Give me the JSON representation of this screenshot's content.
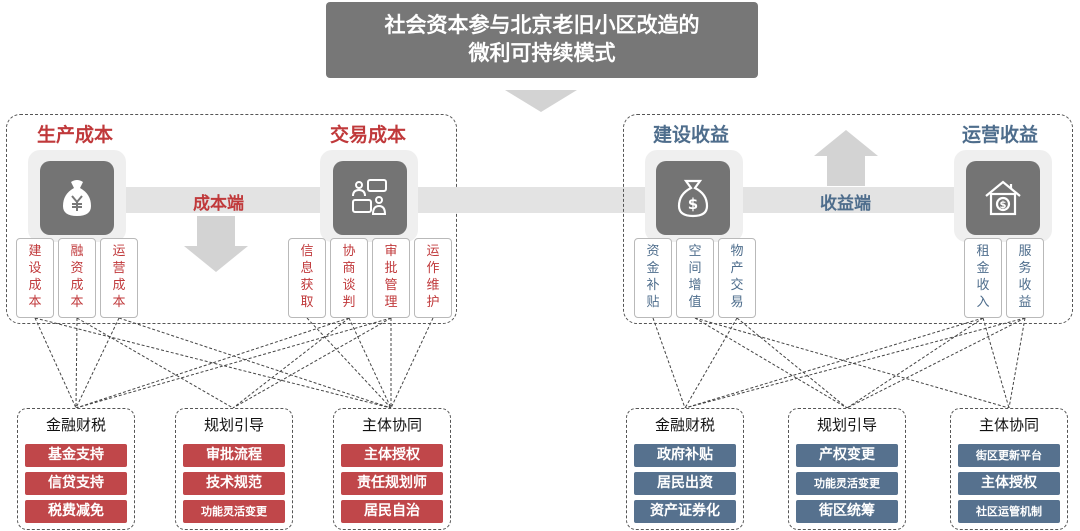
{
  "title": {
    "line1": "社会资本参与北京老旧小区改造的",
    "line2": "微利可持续模式"
  },
  "colors": {
    "cost_accent": "#c0393b",
    "revenue_accent": "#4e6d8c",
    "icon_bg": "#747474",
    "title_bg": "#777777"
  },
  "cost_side": {
    "band_label": "成本端",
    "sections": [
      {
        "title": "生产成本",
        "icon": "money-bag-yen-icon",
        "items": [
          "建设成本",
          "融资成本",
          "运营成本"
        ]
      },
      {
        "title": "交易成本",
        "icon": "negotiation-chat-icon",
        "items": [
          "信息获取",
          "协商谈判",
          "审批管理",
          "运作维护"
        ]
      }
    ]
  },
  "revenue_side": {
    "band_label": "收益端",
    "sections": [
      {
        "title": "建设收益",
        "icon": "money-bag-dollar-icon",
        "items": [
          "资金补贴",
          "空间增值",
          "物产交易"
        ]
      },
      {
        "title": "运营收益",
        "icon": "house-dollar-icon",
        "items": [
          "租金收入",
          "服务收益"
        ]
      }
    ]
  },
  "cost_policies": [
    {
      "title": "金融财税",
      "items": [
        "基金支持",
        "信贷支持",
        "税费减免"
      ]
    },
    {
      "title": "规划引导",
      "items": [
        "审批流程",
        "技术规范",
        "功能灵活变更"
      ]
    },
    {
      "title": "主体协同",
      "items": [
        "主体授权",
        "责任规划师",
        "居民自治"
      ]
    }
  ],
  "revenue_policies": [
    {
      "title": "金融财税",
      "items": [
        "政府补贴",
        "居民出资",
        "资产证券化"
      ]
    },
    {
      "title": "规划引导",
      "items": [
        "产权变更",
        "功能灵活变更",
        "街区统筹"
      ]
    },
    {
      "title": "主体协同",
      "items": [
        "街区更新平台",
        "主体授权",
        "社区运管机制"
      ]
    }
  ]
}
